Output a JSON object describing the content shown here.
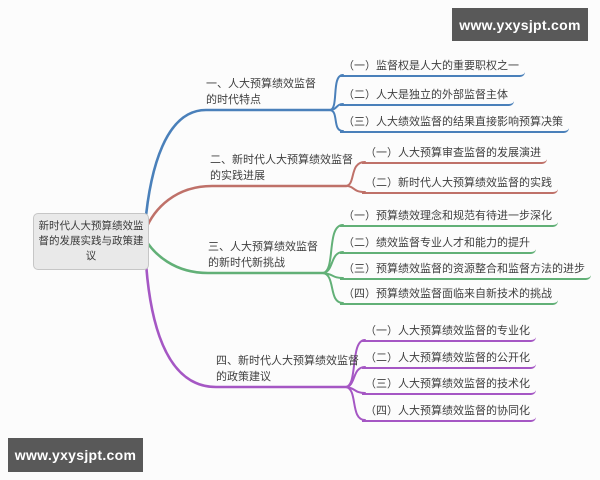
{
  "watermark": {
    "text": "www.yxysjpt.com"
  },
  "root": {
    "label": "新时代人大预算绩效监督的发展实践与政策建议"
  },
  "colors": {
    "branch1": "#4a80ba",
    "branch2": "#bf7169",
    "branch3": "#62b077",
    "branch4": "#a557c4",
    "root_bg": "#e9e9e9",
    "root_border": "#c6c6c6",
    "text": "#3f3f3f",
    "watermark_bg": "#595959"
  },
  "branches": [
    {
      "label": "一、人大预算绩效监督的时代特点",
      "color": "#4a80ba",
      "children": [
        "（一）监督权是人大的重要职权之一",
        "（二）人大是独立的外部监督主体",
        "（三）人大绩效监督的结果直接影响预算决策"
      ]
    },
    {
      "label": "二、新时代人大预算绩效监督的实践进展",
      "color": "#bf7169",
      "children": [
        "（一）人大预算审查监督的发展演进",
        "（二）新时代人大预算绩效监督的实践"
      ]
    },
    {
      "label": "三、人大预算绩效监督的新时代新挑战",
      "color": "#62b077",
      "children": [
        "（一）预算绩效理念和规范有待进一步深化",
        "（二）绩效监督专业人才和能力的提升",
        "（三）预算绩效监督的资源整合和监督方法的进步",
        "（四）预算绩效监督面临来自新技术的挑战"
      ]
    },
    {
      "label": "四、新时代人大预算绩效监督的政策建议",
      "color": "#a557c4",
      "children": [
        "（一）人大预算绩效监督的专业化",
        "（二）人大预算绩效监督的公开化",
        "（三）人大预算绩效监督的技术化",
        "（四）人大预算绩效监督的协同化"
      ]
    }
  ]
}
